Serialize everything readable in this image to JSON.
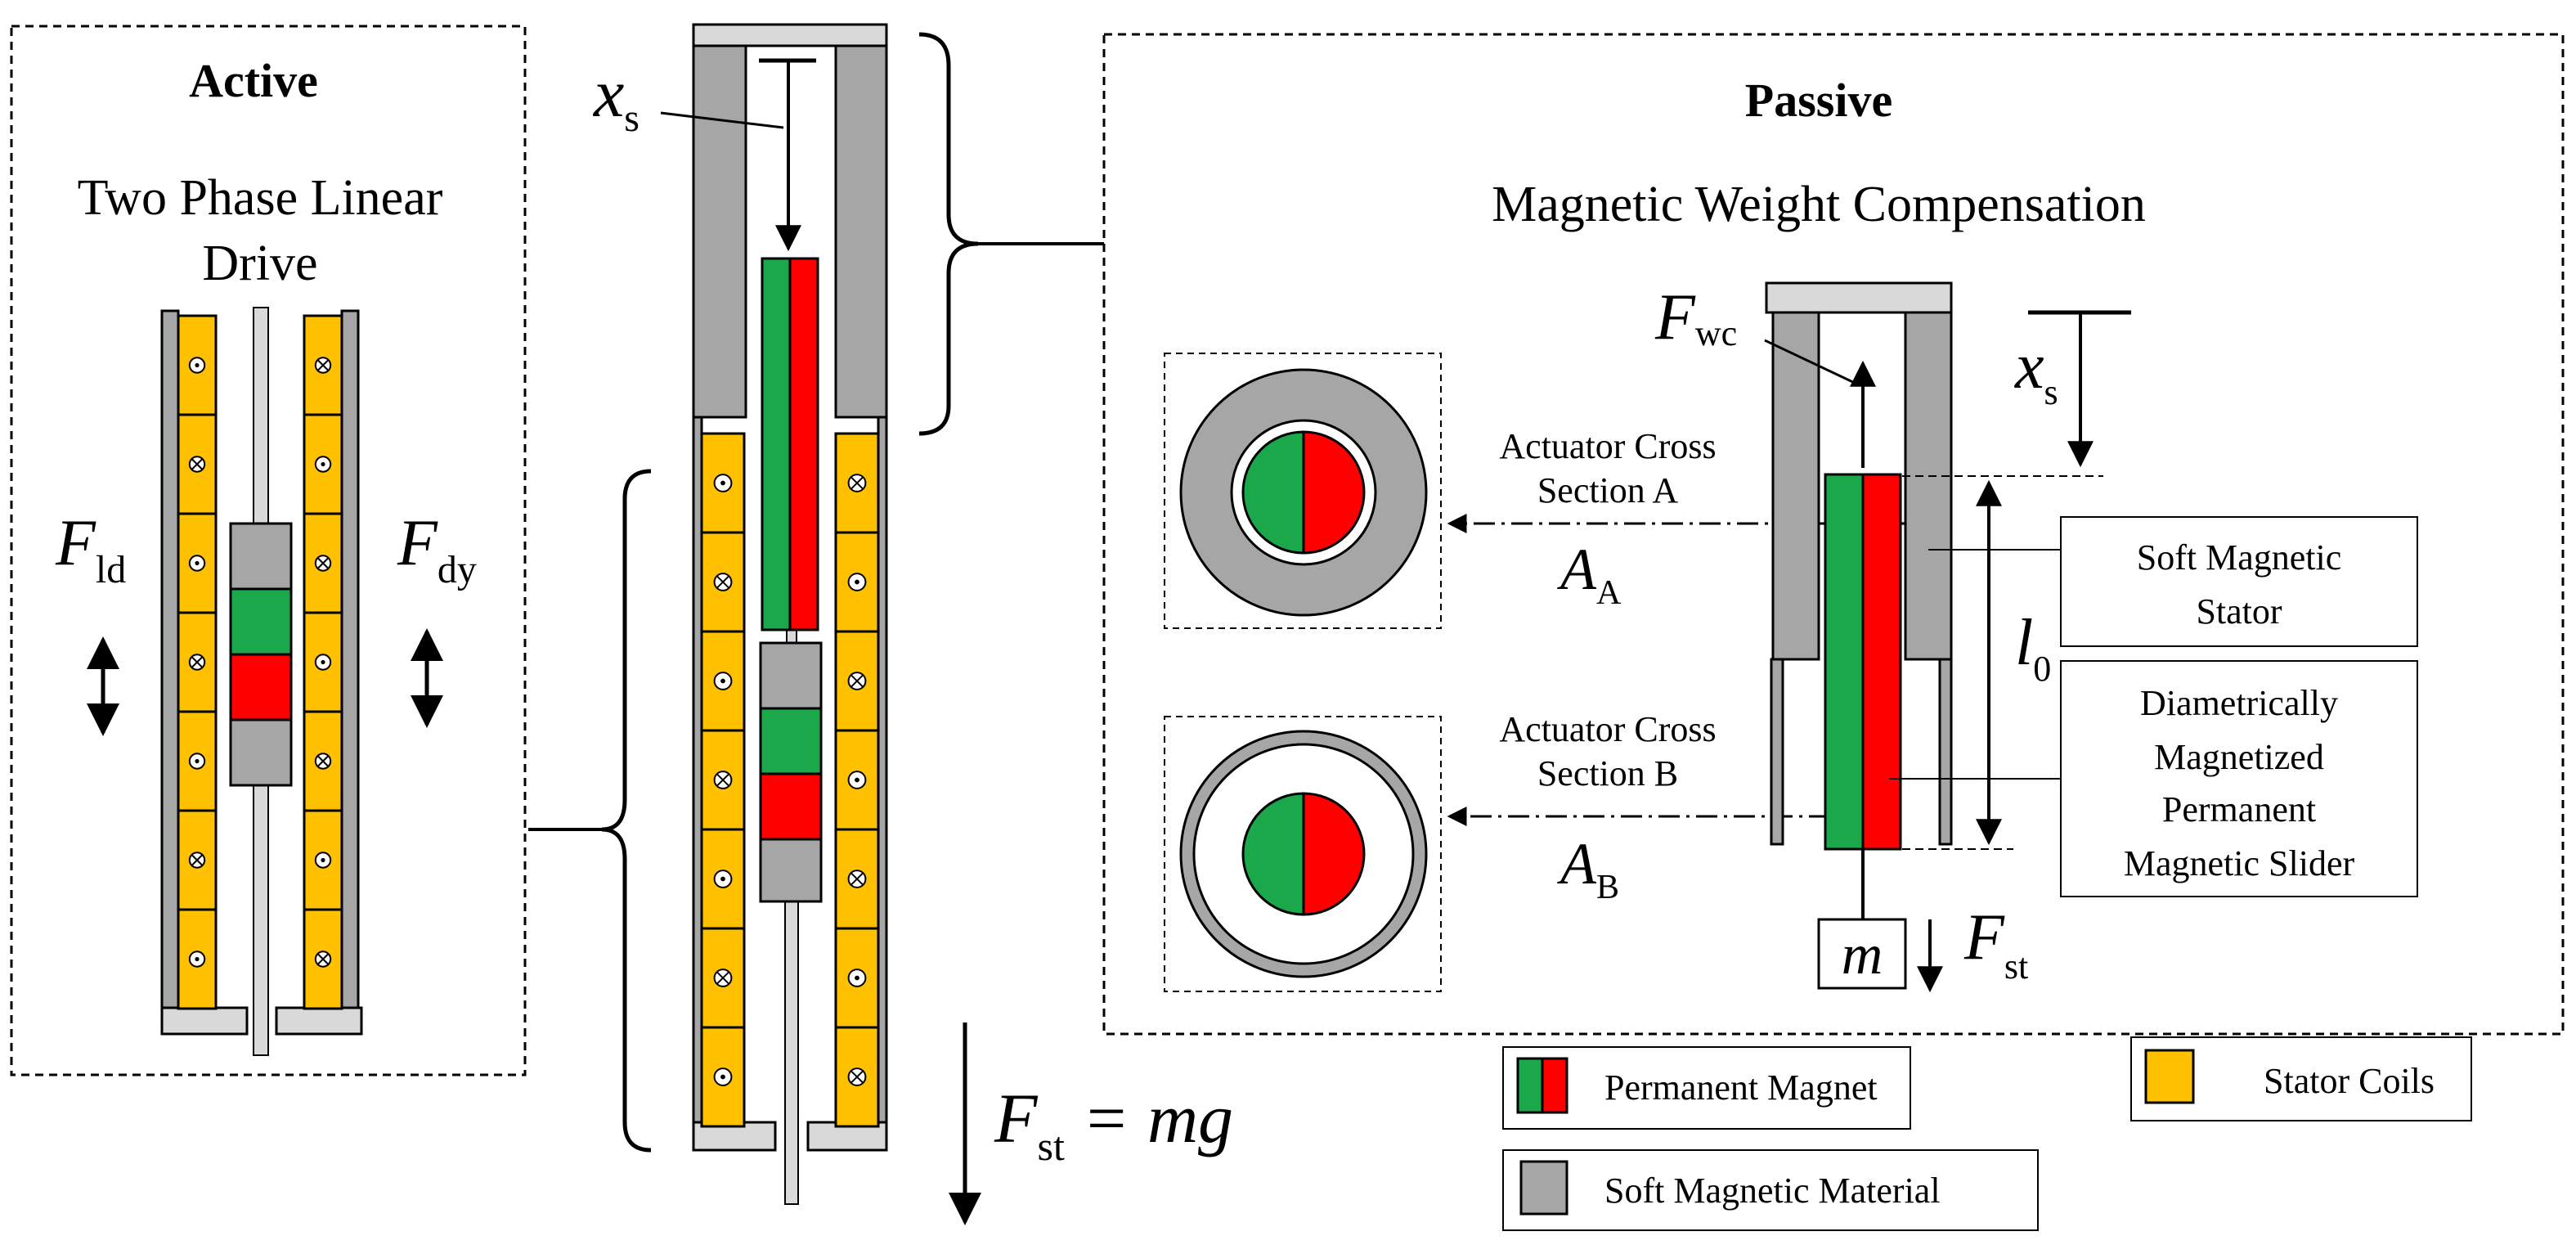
{
  "active": {
    "title": "Active",
    "subtitle_line1": "Two Phase Linear",
    "subtitle_line2": "Drive",
    "force_left_symbol": "F",
    "force_left_sub": "ld",
    "force_right_symbol": "F",
    "force_right_sub": "dy"
  },
  "center": {
    "xs_symbol": "x",
    "xs_sub": "s",
    "fst_symbol": "F",
    "fst_sub": "st",
    "fst_rhs": " = mg"
  },
  "passive": {
    "title": "Passive",
    "subtitle": "Magnetic Weight Compensation",
    "fwc_symbol": "F",
    "fwc_sub": "wc",
    "xs_symbol": "x",
    "xs_sub": "s",
    "l0_symbol": "l",
    "l0_sub": "0",
    "mass": "m",
    "fst_symbol": "F",
    "fst_sub": "st",
    "section_a_line1": "Actuator Cross",
    "section_a_line2": "Section A",
    "section_a_symbol": "A",
    "section_a_sub": "A",
    "section_b_line1": "Actuator Cross",
    "section_b_line2": "Section B",
    "section_b_symbol": "A",
    "section_b_sub": "B",
    "label_stator_line1": "Soft Magnetic",
    "label_stator_line2": "Stator",
    "label_slider_line1": "Diametrically",
    "label_slider_line2": "Magnetized",
    "label_slider_line3": "Permanent",
    "label_slider_line4": "Magnetic Slider"
  },
  "legend": {
    "permanent_magnet": "Permanent Magnet",
    "stator_coils": "Stator Coils",
    "soft_magnetic_material": "Soft Magnetic Material"
  },
  "colors": {
    "green": "#1aa84b",
    "red": "#ff0000",
    "gray": "#a6a6a6",
    "light_gray": "#d9d9d9",
    "coil": "#ffc000"
  }
}
